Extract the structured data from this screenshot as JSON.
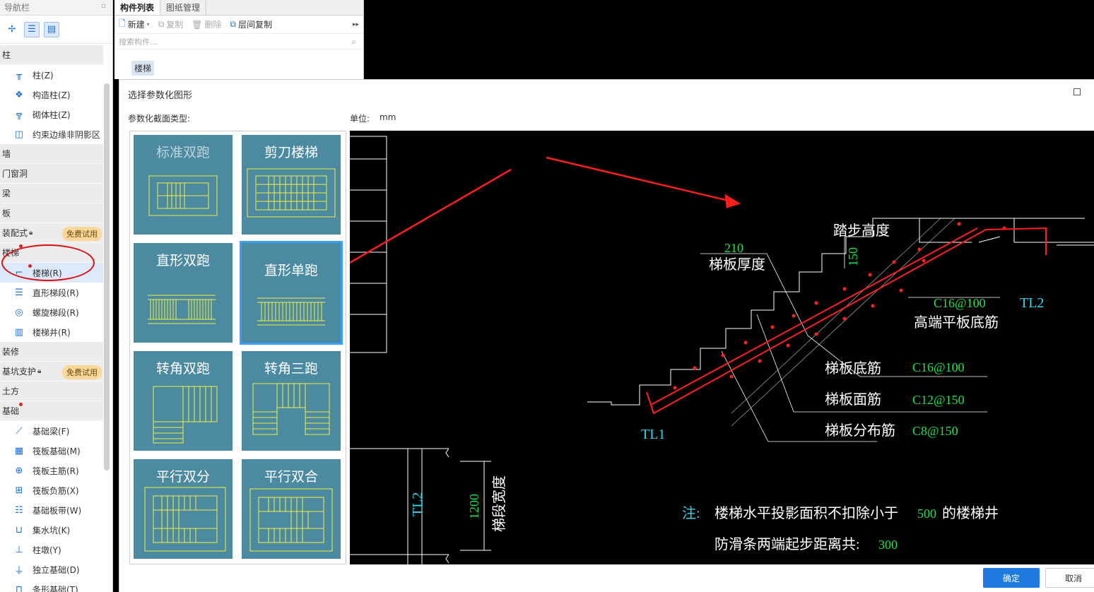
{
  "nav": {
    "title": "导航栏",
    "categories": [
      {
        "label": "柱",
        "items": [
          "柱(Z)",
          "构造柱(Z)",
          "砌体柱(Z)",
          "约束边缘非阴影区"
        ]
      },
      {
        "label": "墙"
      },
      {
        "label": "门窗洞"
      },
      {
        "label": "梁"
      },
      {
        "label": "板"
      },
      {
        "label": "装配式",
        "badge": "免费试用"
      },
      {
        "label": "楼梯",
        "items": [
          "楼梯(R)",
          "直形梯段(R)",
          "螺旋梯段(R)",
          "楼梯井(R)"
        ]
      },
      {
        "label": "装修"
      },
      {
        "label": "基坑支护",
        "badge": "免费试用"
      },
      {
        "label": "土方"
      },
      {
        "label": "基础",
        "items": [
          "基础梁(F)",
          "筏板基础(M)",
          "筏板主筋(R)",
          "筏板负筋(X)",
          "基础板带(W)",
          "集水坑(K)",
          "柱墩(Y)",
          "独立基础(D)",
          "条形基础(T)"
        ]
      }
    ]
  },
  "component_panel": {
    "tabs": [
      "构件列表",
      "图纸管理"
    ],
    "actions": {
      "new": "新建",
      "copy": "复制",
      "delete": "删除",
      "floor_copy": "层间复制"
    },
    "search_placeholder": "搜索构件...",
    "selected_item": "楼梯"
  },
  "dialog": {
    "title": "选择参数化图形",
    "section_type_label": "参数化截面类型:",
    "unit_label": "单位:",
    "unit_value": "mm",
    "shapes": [
      "标准双跑",
      "剪刀楼梯",
      "直形双跑",
      "直形单跑",
      "转角双跑",
      "转角三跑",
      "平行双分",
      "平行双合"
    ],
    "selected_shape": "直形单跑",
    "ok_label": "确定",
    "cancel_label": "取消"
  },
  "preview": {
    "step_height": "踏步高度",
    "dim_210": "210",
    "slab_thickness": "梯板厚度",
    "dim_150": "150",
    "tl1": "TL1",
    "tl2": "TL2",
    "high_end_rebar_value": "C16@100",
    "high_end_rebar_label": "高端平板底筋",
    "bottom_rebar_label": "梯板底筋",
    "bottom_rebar_value": "C16@100",
    "top_rebar_label": "梯板面筋",
    "top_rebar_value": "C12@150",
    "dist_rebar_label": "梯板分布筋",
    "dist_rebar_value": "C8@150",
    "width_dim": "1200",
    "width_label": "梯段宽度",
    "note_prefix": "注:",
    "note_text": "楼梯水平投影面积不扣除小于",
    "note_value": "500",
    "note_suffix": " 的楼梯井",
    "anti_slip_text": "防滑条两端起步距离共:",
    "anti_slip_value": "300"
  },
  "colors": {
    "accent": "#1f7ae0",
    "thumb_bg": "#4c8aa1",
    "cad_green": "#22e04a",
    "cad_cyan": "#2fd6ee",
    "rebar_red": "#ff1e1e"
  }
}
